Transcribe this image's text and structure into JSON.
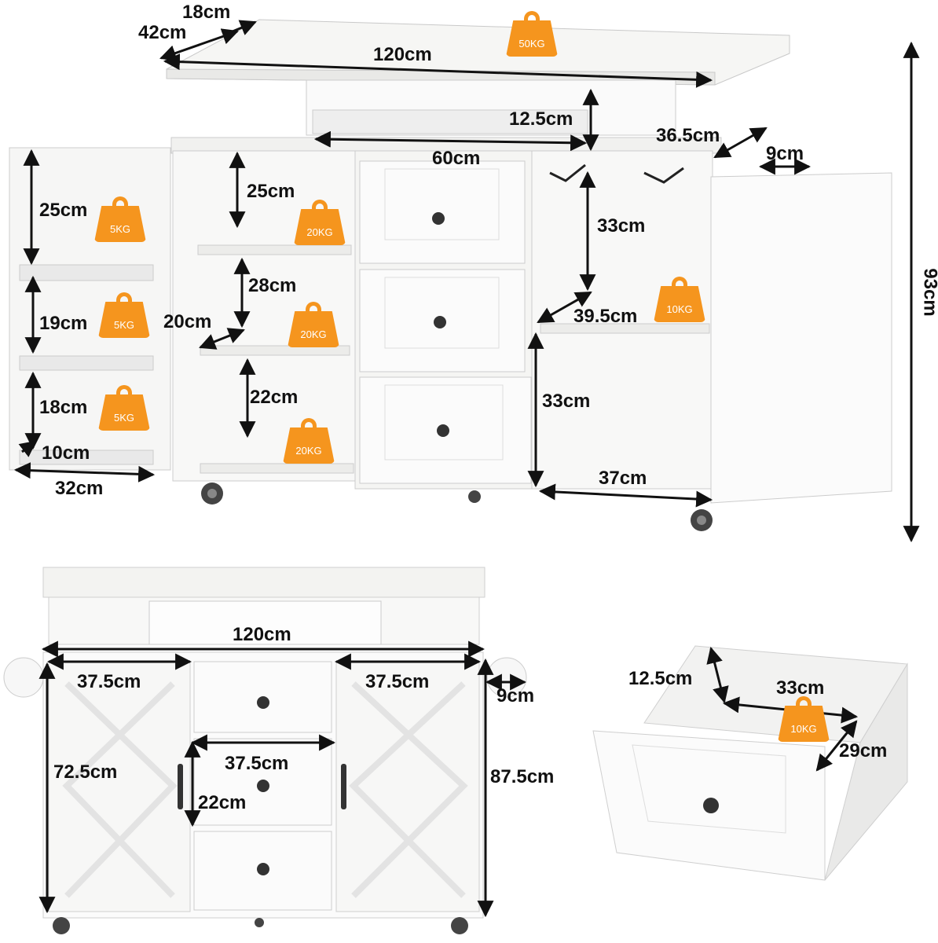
{
  "top_view": {
    "dims": {
      "depth_top": "18cm",
      "depth": "42cm",
      "width": "120cm",
      "wine_rack_height": "12.5cm",
      "wine_rack_width": "60cm",
      "side_shelf": "36.5cm",
      "towel_bar": "9cm",
      "height": "93cm",
      "left_shelf_1": "25cm",
      "center_shelf_1": "25cm",
      "right_upper": "33cm",
      "center_shelf_2": "28cm",
      "door_rack_2": "19cm",
      "center_depth": "20cm",
      "right_depth": "39.5cm",
      "door_rack_3": "18cm",
      "center_shelf_3": "22cm",
      "right_lower": "33cm",
      "door_rack_depth": "10cm",
      "door_width": "32cm",
      "right_width": "37cm",
      "left_door_rack_1": "25cm"
    },
    "loads": {
      "top": "50KG",
      "door_rack_1": "5KG",
      "door_rack_2": "5KG",
      "door_rack_3": "5KG",
      "shelf_1": "20KG",
      "shelf_2": "20KG",
      "shelf_3": "20KG",
      "right_shelf": "10KG"
    }
  },
  "front_view": {
    "dims": {
      "width": "120cm",
      "left_cabinet": "37.5cm",
      "right_cabinet": "37.5cm",
      "towel_bar": "9cm",
      "drawer_width": "37.5cm",
      "door_height": "72.5cm",
      "drawer_height": "22cm",
      "total_height": "87.5cm"
    }
  },
  "drawer_view": {
    "dims": {
      "height": "12.5cm",
      "width": "33cm",
      "depth": "29cm"
    },
    "load": "10KG"
  },
  "colors": {
    "accent": "#f5951e",
    "line": "#111111",
    "furniture": "#f4f4f2"
  }
}
